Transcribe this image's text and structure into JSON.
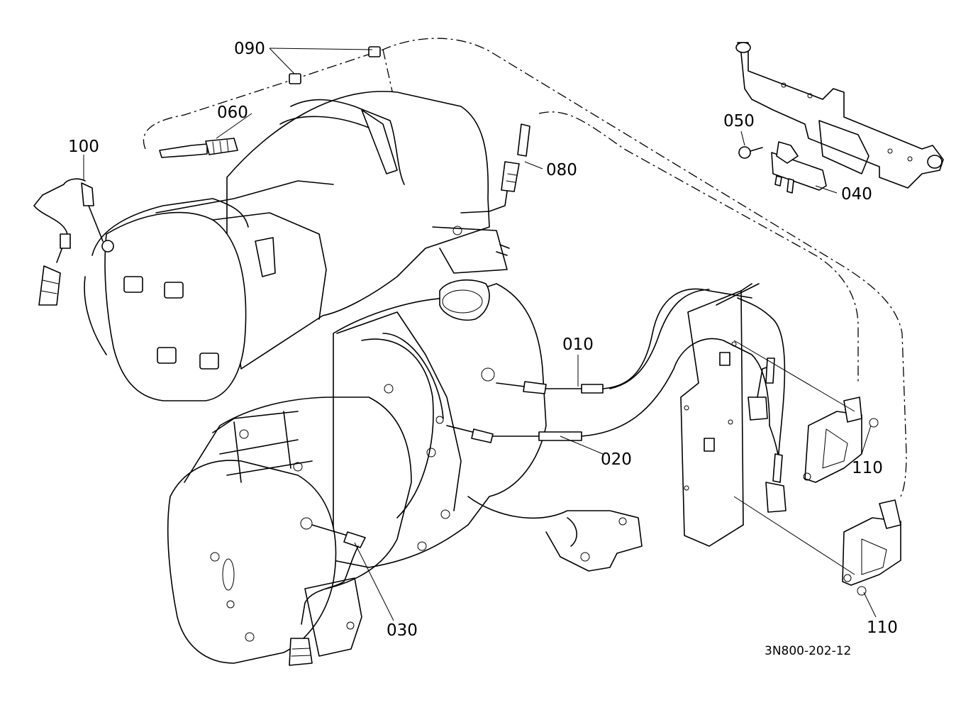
{
  "parts": {
    "p010": "010",
    "p020": "020",
    "p030": "030",
    "p040": "040",
    "p050": "050",
    "p060": "060",
    "p080": "080",
    "p090": "090",
    "p100": "100",
    "p110a": "110",
    "p110b": "110"
  },
  "drawing_code": "3N800-202-12"
}
